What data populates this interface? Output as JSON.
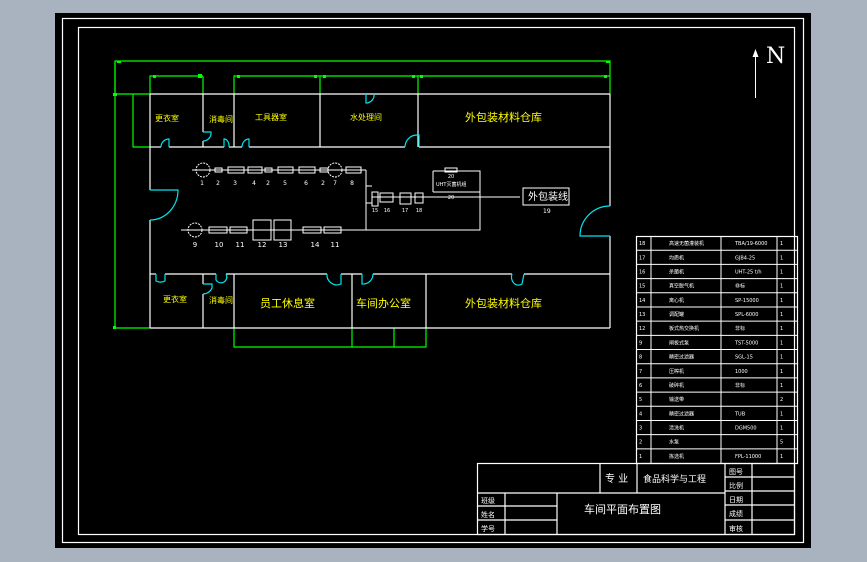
{
  "colors": {
    "background": "#a9b3c0",
    "paper": "#000000",
    "frame": "#ffffff",
    "walls": "#ffffff",
    "dimension": "#00ff00",
    "doors": "#00e5ee",
    "labels": "#ffff00"
  },
  "north": {
    "label": "N"
  },
  "rooms": {
    "top": [
      {
        "id": "changing-room-top",
        "label": "更衣室"
      },
      {
        "id": "disinfection-top",
        "label": "消毒间"
      },
      {
        "id": "tool-room",
        "label": "工具器室"
      },
      {
        "id": "water-treatment",
        "label": "水处理间"
      },
      {
        "id": "packaging-warehouse-top",
        "label": "外包装材料仓库"
      }
    ],
    "bottom": [
      {
        "id": "changing-room-bottom",
        "label": "更衣室"
      },
      {
        "id": "disinfection-bottom",
        "label": "消毒间"
      },
      {
        "id": "staff-lounge",
        "label": "员工休息室"
      },
      {
        "id": "workshop-office",
        "label": "车间办公室"
      },
      {
        "id": "packaging-warehouse-bottom",
        "label": "外包装材料仓库"
      }
    ]
  },
  "process": {
    "line1_numbers": [
      "1",
      "2",
      "3",
      "4",
      "2",
      "5",
      "6",
      "2",
      "7",
      "8"
    ],
    "line2_numbers": [
      "9",
      "10",
      "11",
      "12",
      "13",
      "14",
      "11"
    ],
    "line3_numbers": [
      "15",
      "16",
      "17",
      "18"
    ],
    "aux_numbers": [
      "20",
      "20"
    ],
    "aux_label": "UHT灭菌机组",
    "outer_packing": {
      "label": "外包装线",
      "number": "19"
    }
  },
  "equipment_table": {
    "rows": [
      {
        "no": "18",
        "name": "高速无菌灌装机",
        "model": "TBA/19-6000",
        "qty": "1"
      },
      {
        "no": "17",
        "name": "均质机",
        "model": "GJB4-25",
        "qty": "1"
      },
      {
        "no": "16",
        "name": "杀菌机",
        "model": "UHT-25 t/h",
        "qty": "1"
      },
      {
        "no": "15",
        "name": "真空脱气机",
        "model": "非标",
        "qty": "1"
      },
      {
        "no": "14",
        "name": "离心机",
        "model": "SP-15000",
        "qty": "1"
      },
      {
        "no": "13",
        "name": "调配罐",
        "model": "SPL-6000",
        "qty": "1"
      },
      {
        "no": "12",
        "name": "板式热交换机",
        "model": "非标",
        "qty": "1"
      },
      {
        "no": "9",
        "name": "闸板式泵",
        "model": "TST-5000",
        "qty": "1"
      },
      {
        "no": "8",
        "name": "精密过滤器",
        "model": "SGL-15",
        "qty": "1"
      },
      {
        "no": "7",
        "name": "压榨机",
        "model": "1000",
        "qty": "1"
      },
      {
        "no": "6",
        "name": "破碎机",
        "model": "非标",
        "qty": "1"
      },
      {
        "no": "5",
        "name": "输送带",
        "model": "",
        "qty": "2"
      },
      {
        "no": "4",
        "name": "精密过滤器",
        "model": "TUB",
        "qty": "1"
      },
      {
        "no": "3",
        "name": "清洗机",
        "model": "DGM500",
        "qty": "1"
      },
      {
        "no": "2",
        "name": "水泵",
        "model": "",
        "qty": "5"
      },
      {
        "no": "1",
        "name": "拣选机",
        "model": "FPL-11000",
        "qty": "1"
      }
    ]
  },
  "title_block": {
    "major_label": "专 业",
    "major_value": "食品科学与工程",
    "drawing_title": "车间平面布置图",
    "left_labels": [
      "班级",
      "姓名",
      "学号"
    ],
    "right_labels": [
      "图号",
      "比例",
      "日期",
      "成绩",
      "审核"
    ]
  }
}
